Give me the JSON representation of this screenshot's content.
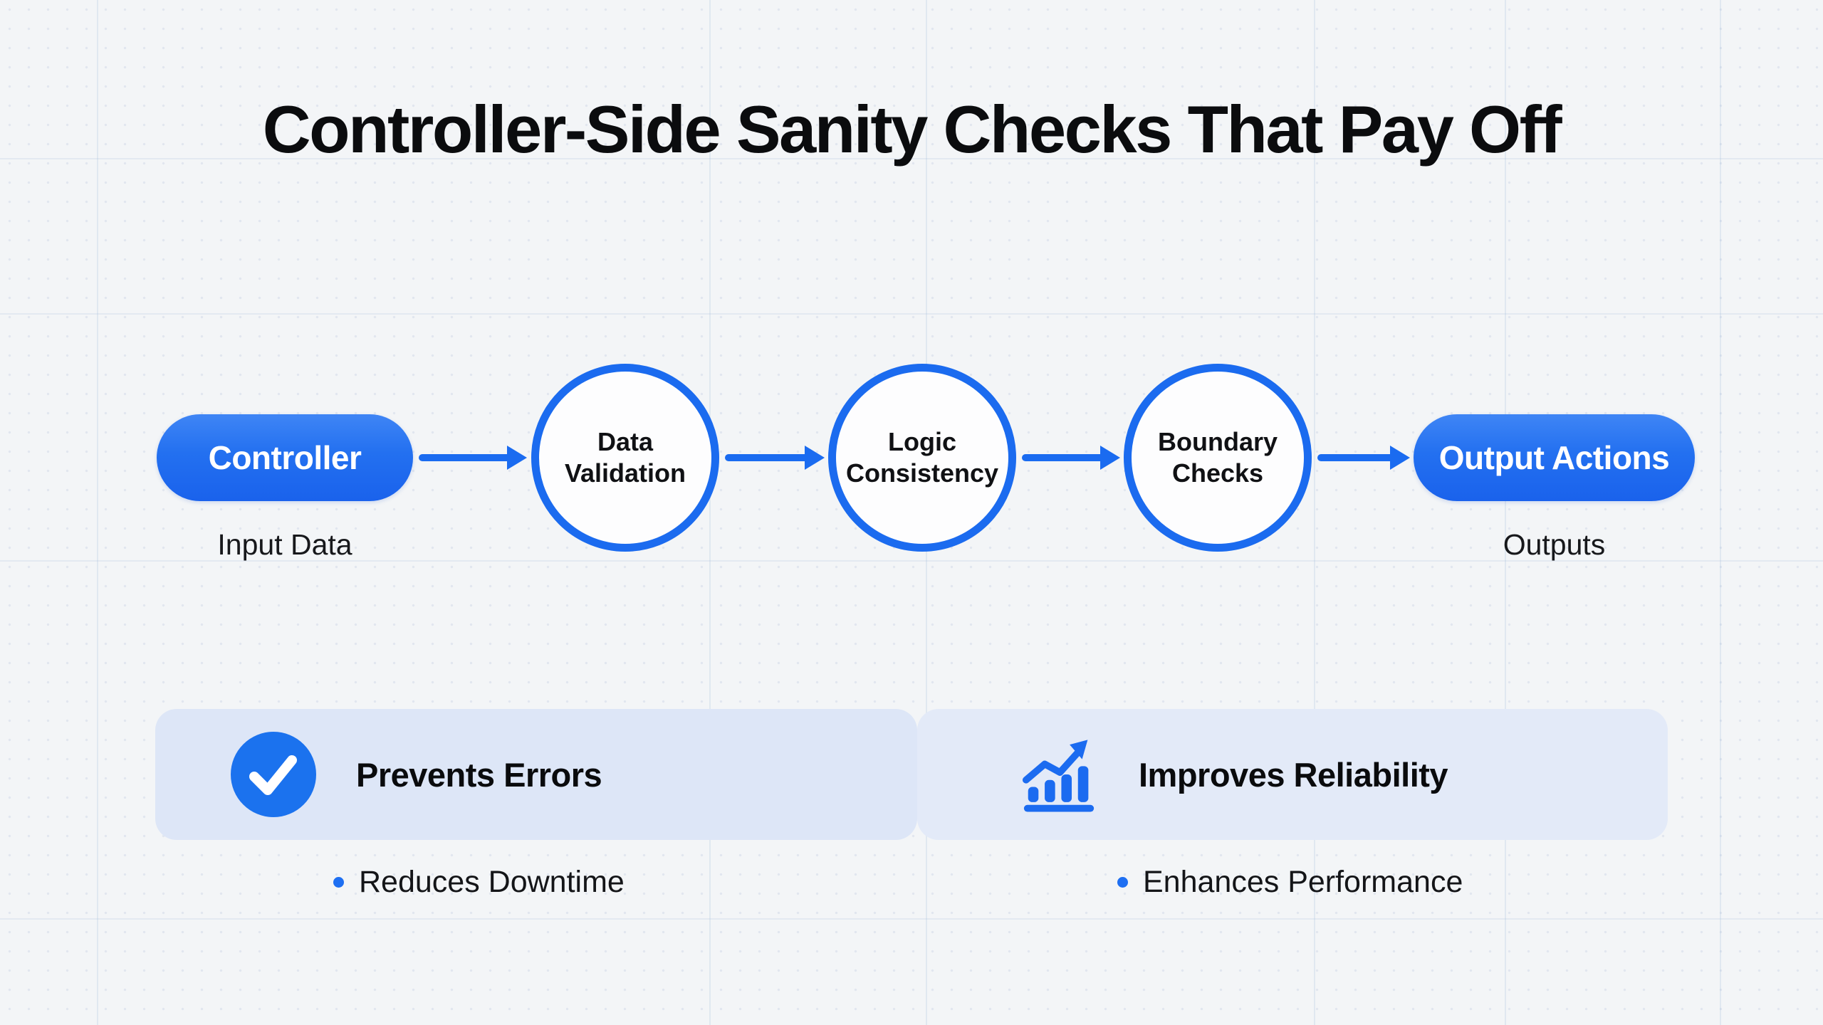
{
  "title": "Controller-Side Sanity Checks That Pay Off",
  "flow": {
    "start": {
      "label": "Controller",
      "sublabel": "Input Data"
    },
    "steps": [
      {
        "label": "Data Validation"
      },
      {
        "label": "Logic Consistency"
      },
      {
        "label": "Boundary Checks"
      }
    ],
    "end": {
      "label": "Output Actions",
      "sublabel": "Outputs"
    }
  },
  "benefits": [
    {
      "icon": "check-icon",
      "title": "Prevents Errors",
      "bullet": "Reduces Downtime"
    },
    {
      "icon": "trend-chart-icon",
      "title": "Improves Reliability",
      "bullet": "Enhances Performance"
    }
  ],
  "colors": {
    "primary_blue": "#1b6bef",
    "pill_gradient_top": "#3f85f5",
    "pill_gradient_bottom": "#1a62ec",
    "card_left_background": "#dde6f7",
    "card_right_background": "#e3eaf8",
    "page_background": "#f3f5f7",
    "title_text": "#0b0c0e",
    "node_text": "#101114",
    "pill_text": "#ffffff",
    "bullet_dot": "#1e6ff2"
  }
}
